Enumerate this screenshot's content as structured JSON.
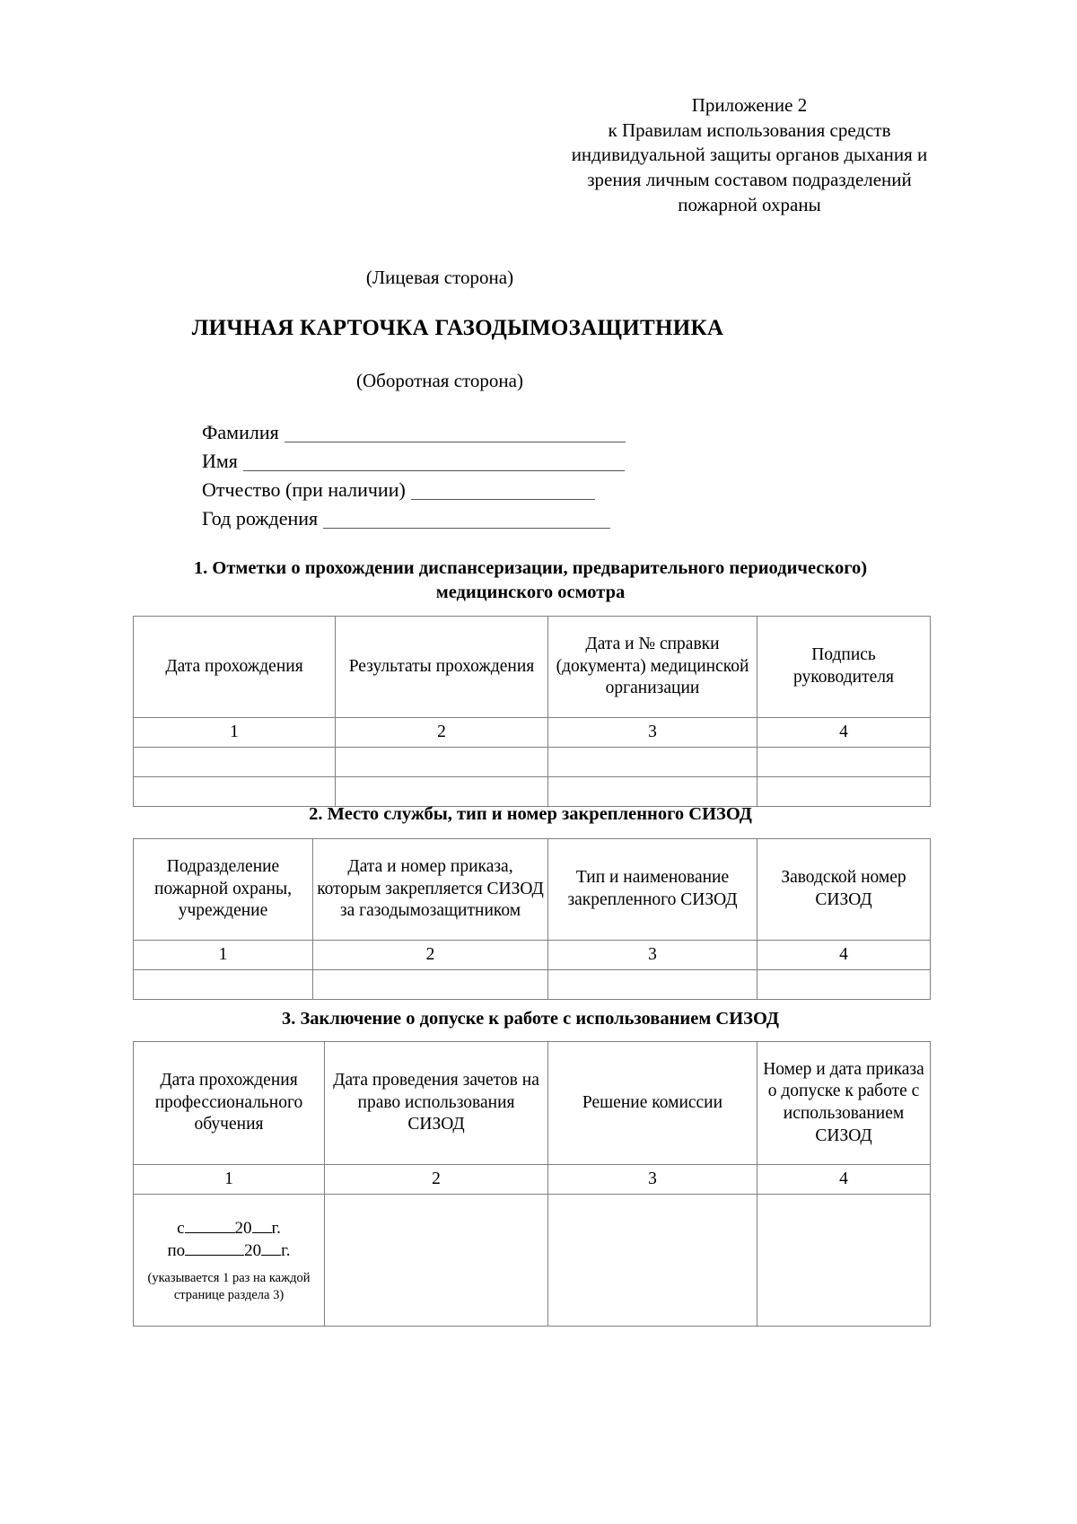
{
  "appendix": {
    "lines": [
      "Приложение 2",
      "к Правилам использования средств",
      "индивидуальной защиты органов дыхания и",
      "зрения личным составом подразделений",
      "пожарной охраны"
    ]
  },
  "front_side_caption": "(Лицевая сторона)",
  "document_title": "ЛИЧНАЯ КАРТОЧКА ГАЗОДЫМОЗАЩИТНИКА",
  "back_side_caption": "(Оборотная сторона)",
  "fields": [
    {
      "label": "Фамилия",
      "value": ""
    },
    {
      "label": "Имя",
      "value": ""
    },
    {
      "label": "Отчество (при наличии)",
      "value": ""
    },
    {
      "label": "Год рождения",
      "value": ""
    }
  ],
  "sections": [
    {
      "heading_line1": "1. Отметки о прохождении диспансеризации, предварительного периодического)",
      "heading_line2": "медицинского осмотра",
      "table": {
        "headers": [
          "Дата прохождения",
          "Результаты прохождения",
          "Дата и № справки (документа) медицинской организации",
          "Подпись руководителя"
        ],
        "numbers": [
          "1",
          "2",
          "3",
          "4"
        ],
        "blank_rows": 2
      }
    },
    {
      "heading_line1": "2. Место службы, тип и номер закрепленного СИЗОД",
      "heading_line2": "",
      "table": {
        "headers": [
          "Подразделение пожарной охраны, учреждение",
          "Дата и номер приказа, которым закрепляется СИЗОД за газодымозащитником",
          "Тип и наименование закрепленного СИЗОД",
          "Заводской номер СИЗОД"
        ],
        "numbers": [
          "1",
          "2",
          "3",
          "4"
        ],
        "blank_rows": 1
      }
    },
    {
      "heading_line1": "3. Заключение о допуске к работе с использованием СИЗОД",
      "heading_line2": "",
      "table": {
        "headers": [
          "Дата прохождения профессионального обучения",
          "Дата проведения зачетов на право использования СИЗОД",
          "Решение комиссии",
          "Номер и дата приказа о допуске к работе с использованием СИЗОД"
        ],
        "numbers": [
          "1",
          "2",
          "3",
          "4"
        ],
        "date_cell": {
          "from_prefix": "с",
          "from_year": "20",
          "from_suffix": "г.",
          "to_prefix": "по",
          "to_year": "20",
          "to_suffix": "г.",
          "note": "(указывается 1 раз на каждой странице раздела 3)"
        }
      }
    }
  ]
}
